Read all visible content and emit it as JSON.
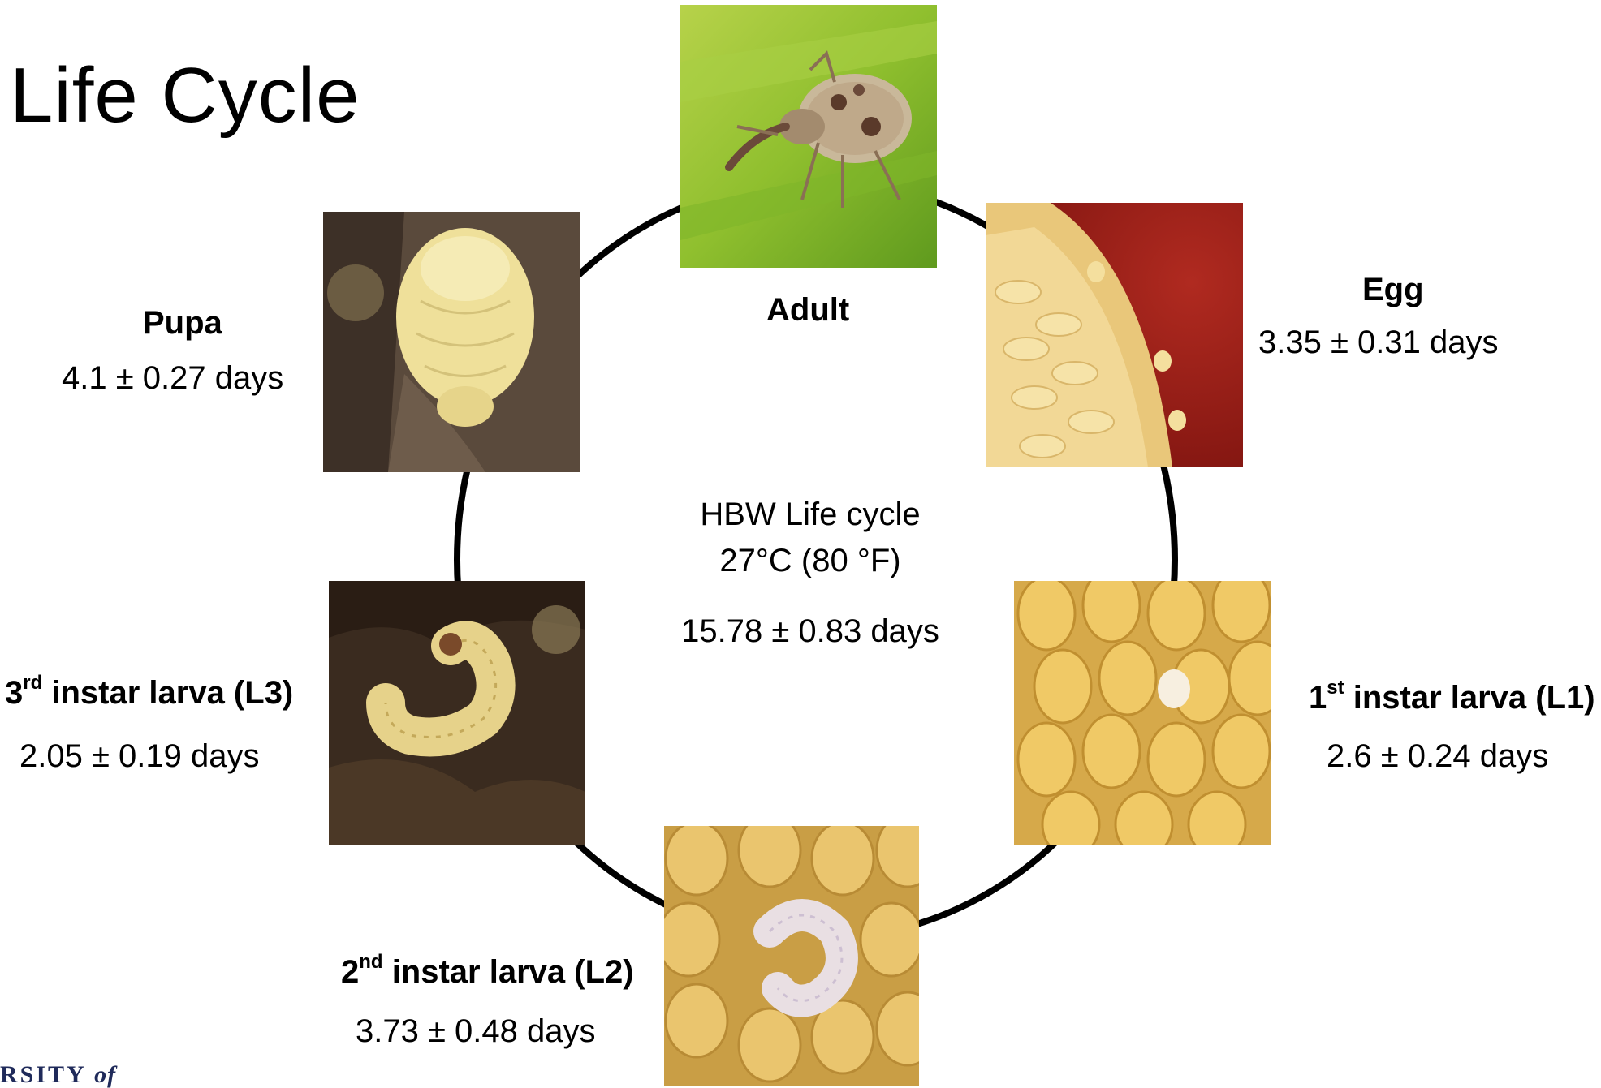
{
  "slide": {
    "title": "Life Cycle",
    "center": {
      "line1": "HBW Life cycle",
      "line2": "27°C (80 °F)",
      "total": "15.78 ± 0.83 days"
    },
    "stages": {
      "adult": {
        "name": "Adult"
      },
      "egg": {
        "name": "Egg",
        "duration": "3.35 ± 0.31 days"
      },
      "l1": {
        "num": "1",
        "sup": "st",
        "name": " instar larva (L1)",
        "duration": "2.6 ± 0.24 days"
      },
      "l2": {
        "num": "2",
        "sup": "nd",
        "name": " instar larva (L2)",
        "duration": "3.73 ± 0.48 days"
      },
      "l3": {
        "num": "3",
        "sup": "rd",
        "name": " instar larva (L3)",
        "duration": "2.05 ± 0.19 days"
      },
      "pupa": {
        "name": "Pupa",
        "duration": "4.1 ± 0.27 days"
      }
    },
    "logo": {
      "text": "RSITY",
      "italic": "of"
    }
  },
  "colors": {
    "cycle_line": "#000000",
    "logo": "#1f2a5a"
  }
}
